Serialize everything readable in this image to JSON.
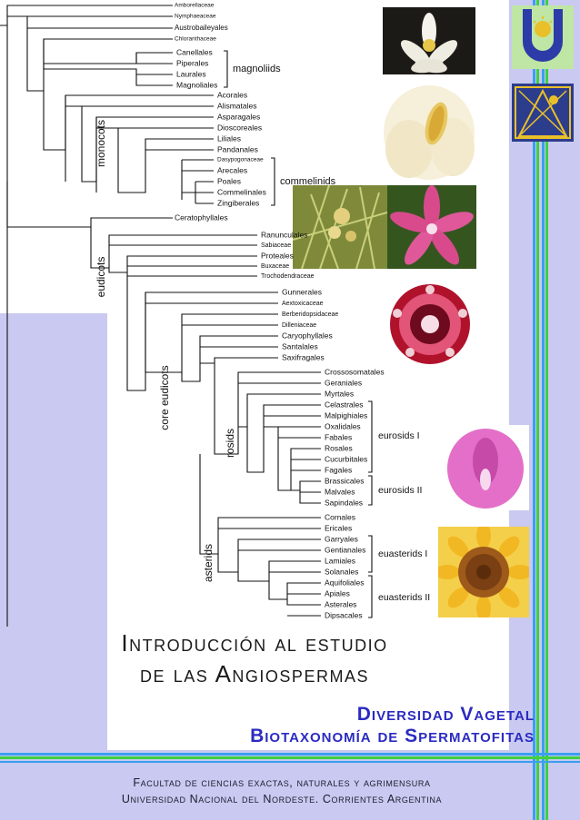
{
  "tree": {
    "taxa": [
      "Amborellaceae",
      "Nymphaeaceae",
      "Austrobaileyales",
      "Chloranthaceae",
      "Canellales",
      "Piperales",
      "Laurales",
      "Magnoliales",
      "Acorales",
      "Alismatales",
      "Asparagales",
      "Dioscoreales",
      "Liliales",
      "Pandanales",
      "Dasypogonaceae",
      "Arecales",
      "Poales",
      "Commelinales",
      "Zingiberales",
      "Ceratophyllales",
      "Ranunculales",
      "Sabiaceae",
      "Proteales",
      "Buxaceae",
      "Trochodendraceae",
      "Gunnerales",
      "Aextoxicaceae",
      "Berberidopsidaceae",
      "Dilleniaceae",
      "Caryophyllales",
      "Santalales",
      "Saxifragales",
      "Crossosomatales",
      "Geraniales",
      "Myrtales",
      "Celastrales",
      "Malpighiales",
      "Oxalidales",
      "Fabales",
      "Rosales",
      "Cucurbitales",
      "Fagales",
      "Brassicales",
      "Malvales",
      "Sapindales",
      "Cornales",
      "Ericales",
      "Garryales",
      "Gentianales",
      "Lamiales",
      "Solanales",
      "Aquifoliales",
      "Apiales",
      "Asterales",
      "Dipsacales"
    ],
    "clades": {
      "magnoliids": "magnoliids",
      "commelinids": "commelinids",
      "eurosids1": "eurosids I",
      "eurosids2": "eurosids II",
      "euasterids1": "euasterids I",
      "euasterids2": "euasterids II",
      "monocots": "monocots",
      "eudicots": "eudicots",
      "core_eudicots": "core eudicots",
      "rosids": "rosids",
      "asterids": "asterids"
    }
  },
  "title": {
    "line1": "Introducción al estudio",
    "line2": "de las Angiospermas"
  },
  "subtitle": {
    "line1": "Diversidad Vagetal",
    "line2": "Biotaxonomía de Spermatofitas"
  },
  "footer": {
    "line1": "Facultad de ciencias exactas, naturales y agrimensura",
    "line2": "Universidad Nacional del Nordeste. Corrientes Argentina"
  },
  "colors": {
    "background": "#c9c9f1",
    "stripe_green": "#40d040",
    "stripe_blue": "#3a9ff0",
    "subtitle": "#2b2bc2"
  }
}
